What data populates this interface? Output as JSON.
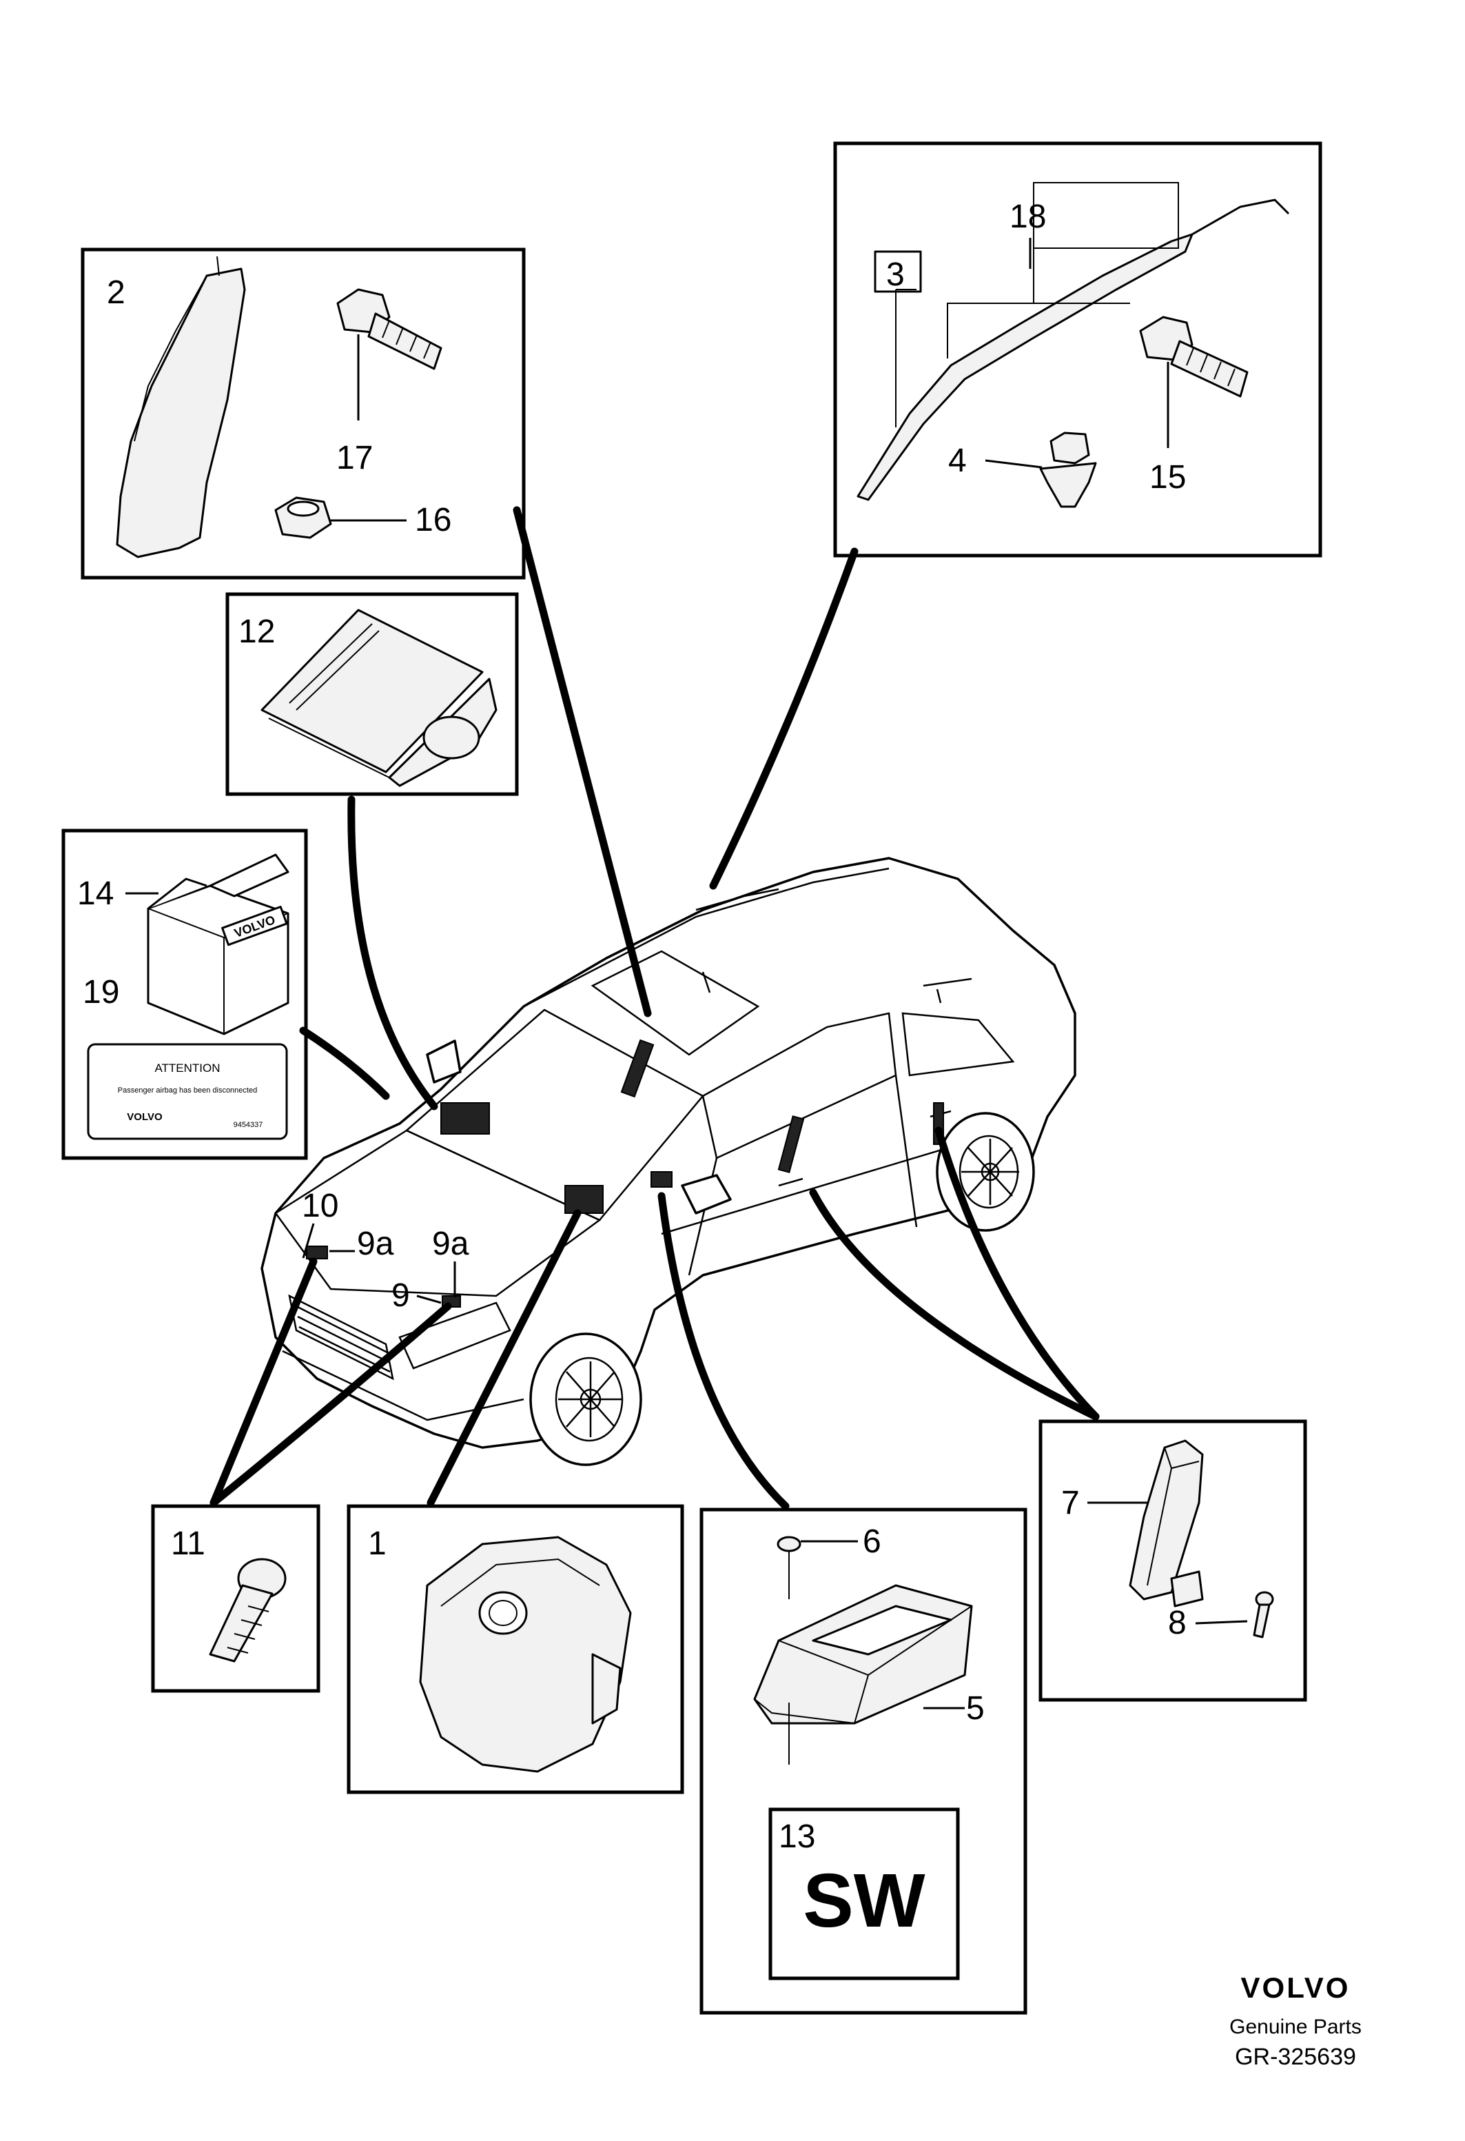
{
  "callouts": {
    "c1": "1",
    "c2": "2",
    "c3": "3",
    "c4": "4",
    "c5": "5",
    "c6": "6",
    "c7": "7",
    "c8": "8",
    "c9": "9",
    "c9a_left": "9a",
    "c9a_right": "9a",
    "c10": "10",
    "c11": "11",
    "c12": "12",
    "c13": "13",
    "c14": "14",
    "c15": "15",
    "c16": "16",
    "c17": "17",
    "c18": "18",
    "c19": "19"
  },
  "box_logo": "VOLVO",
  "label_19": {
    "title": "ATTENTION",
    "text": "Passenger airbag has been disconnected",
    "logo": "VOLVO",
    "number": "9454337"
  },
  "software_badge": "SW",
  "footer": {
    "brand": "VOLVO",
    "tagline": "Genuine Parts",
    "reference": "GR-325639"
  }
}
